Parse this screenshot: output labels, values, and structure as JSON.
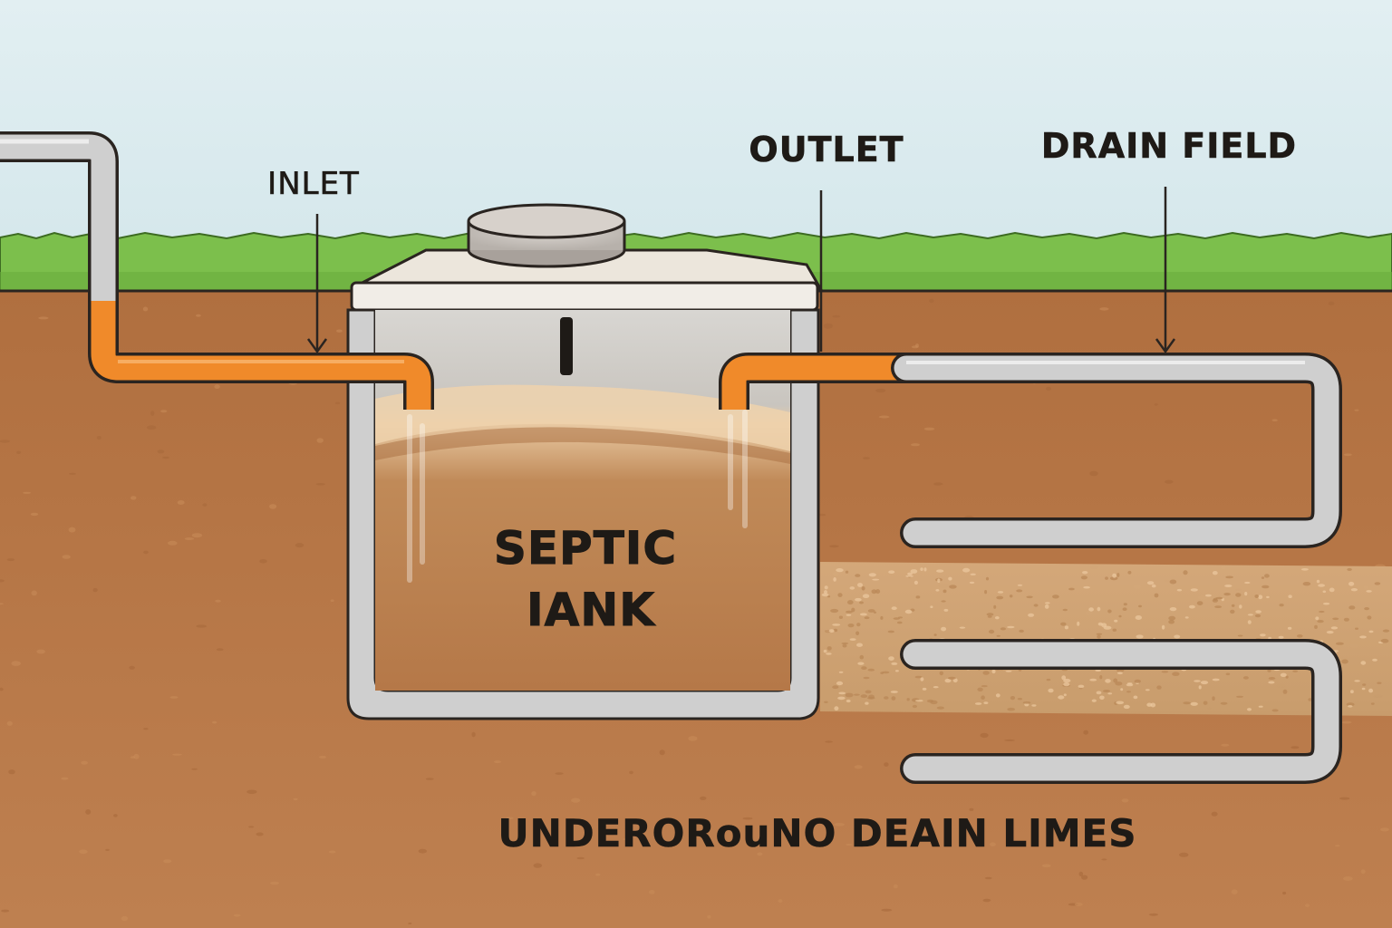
{
  "labels": {
    "inlet": "INLET",
    "outlet": "OUTLET",
    "drain_field": "DRAIN FIELD",
    "tank_line1": "SEPTIC",
    "tank_line2": "IANK",
    "underground": "UNDERORouNO DEAIN LIMES"
  },
  "colors": {
    "sky": "#dcebef",
    "grass": "#7cbf4c",
    "soil": "#b8794a",
    "soil_light": "#d4a676",
    "pipe_gray": "#c9c9c9",
    "pipe_orange": "#f08a2a",
    "tank_wall": "#c8c8c8",
    "outline": "#2a2420"
  }
}
